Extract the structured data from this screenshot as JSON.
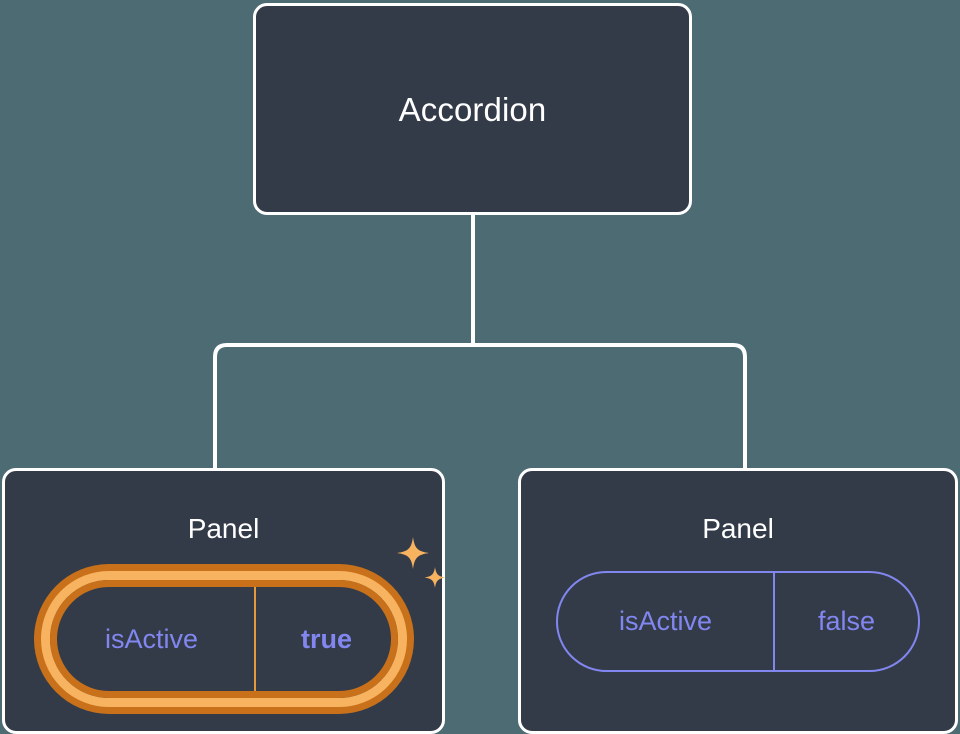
{
  "canvas": {
    "background_color": "#4d6b73",
    "node_fill_color": "#333b49",
    "node_border_color": "#ffffff",
    "connector_color": "#ffffff",
    "accent_purple": "#8287f0",
    "highlight_amber": "#f7b35f",
    "highlight_orange_glow": "#c8711a"
  },
  "tree": {
    "root": {
      "label": "Accordion"
    },
    "children": [
      {
        "title": "Panel",
        "highlighted": true,
        "prop": {
          "key": "isActive",
          "value": "true"
        },
        "sparkle_icons": [
          "sparkle-large-icon",
          "sparkle-small-icon"
        ]
      },
      {
        "title": "Panel",
        "highlighted": false,
        "prop": {
          "key": "isActive",
          "value": "false"
        }
      }
    ]
  }
}
